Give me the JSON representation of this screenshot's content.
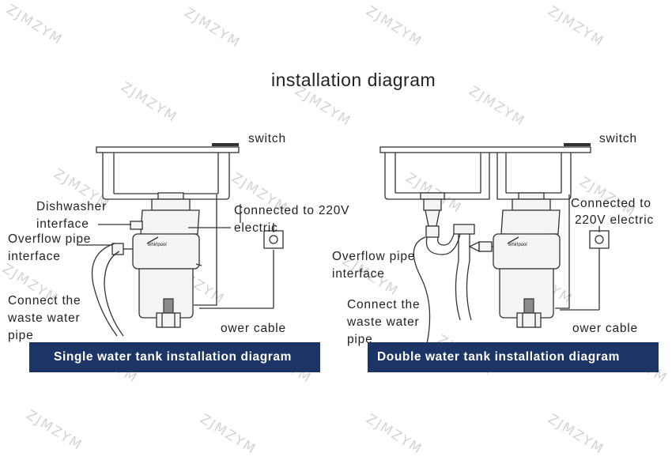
{
  "title": "installation diagram",
  "watermark": "ZJMZYM",
  "single": {
    "switch": "switch",
    "dishwasher": [
      "Dishwasher",
      "interface"
    ],
    "overflow": [
      "Overflow pipe",
      "interface"
    ],
    "connected": [
      "Connected to 220V",
      "electric"
    ],
    "waste": [
      "Connect the",
      "waste water",
      "pipe"
    ],
    "cable": "ower cable",
    "brand": "whirlpool",
    "banner": "Single water tank installation diagram"
  },
  "double": {
    "switch": "switch",
    "connected": [
      "Connected to",
      "220V electric"
    ],
    "overflow": [
      "Overflow pipe",
      "interface"
    ],
    "waste": [
      "Connect the",
      "waste water",
      "pipe"
    ],
    "cable": "ower cable",
    "brand": "whirlpool",
    "banner": "Double  water tank installation diagram"
  },
  "colors": {
    "banner_bg": "#1d3566",
    "banner_text": "#ffffff",
    "watermark": "#c9cdd2"
  }
}
